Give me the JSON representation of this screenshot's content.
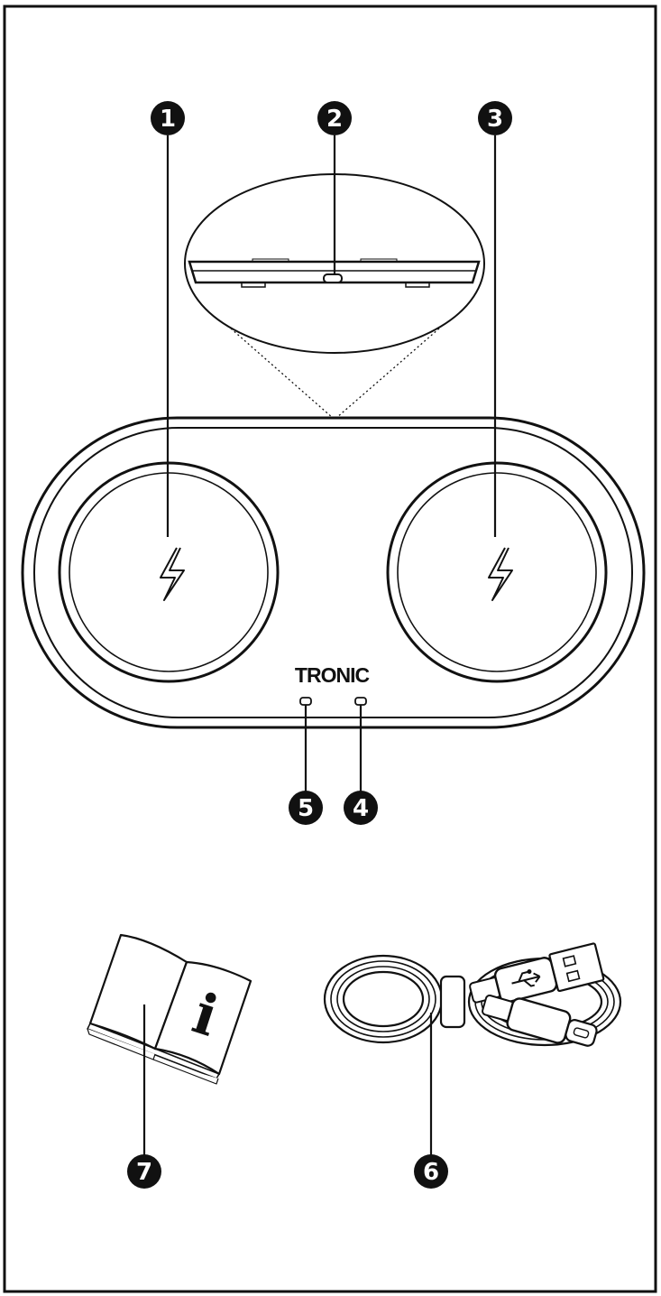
{
  "brand": {
    "text": "TRONIC"
  },
  "manual": {
    "symbol": "i"
  },
  "callouts": [
    {
      "id": "callout-1",
      "number": "1"
    },
    {
      "id": "callout-2",
      "number": "2"
    },
    {
      "id": "callout-3",
      "number": "3"
    },
    {
      "id": "callout-4",
      "number": "4"
    },
    {
      "id": "callout-5",
      "number": "5"
    },
    {
      "id": "callout-6",
      "number": "6"
    },
    {
      "id": "callout-7",
      "number": "7"
    }
  ],
  "colors": {
    "line": "#111111",
    "background": "#ffffff"
  }
}
